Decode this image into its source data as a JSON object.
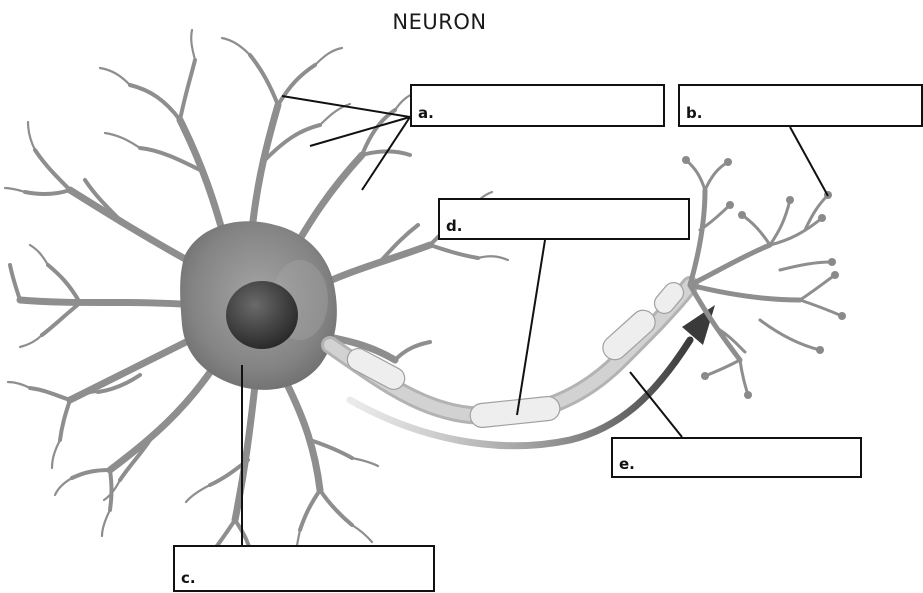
{
  "title": "NEURON",
  "labels": [
    {
      "id": "a",
      "letter": "a.",
      "answer": ""
    },
    {
      "id": "b",
      "letter": "b.",
      "answer": ""
    },
    {
      "id": "c",
      "letter": "c.",
      "answer": ""
    },
    {
      "id": "d",
      "letter": "d.",
      "answer": ""
    },
    {
      "id": "e",
      "letter": "e.",
      "answer": ""
    }
  ],
  "colors": {
    "cell_body": "#8a8a8a",
    "nucleus": "#3e3e3e",
    "axon": "#d6d6d6",
    "myelin": "#efefef",
    "arrow": "#4a4a4a",
    "leader_line": "#111111"
  }
}
